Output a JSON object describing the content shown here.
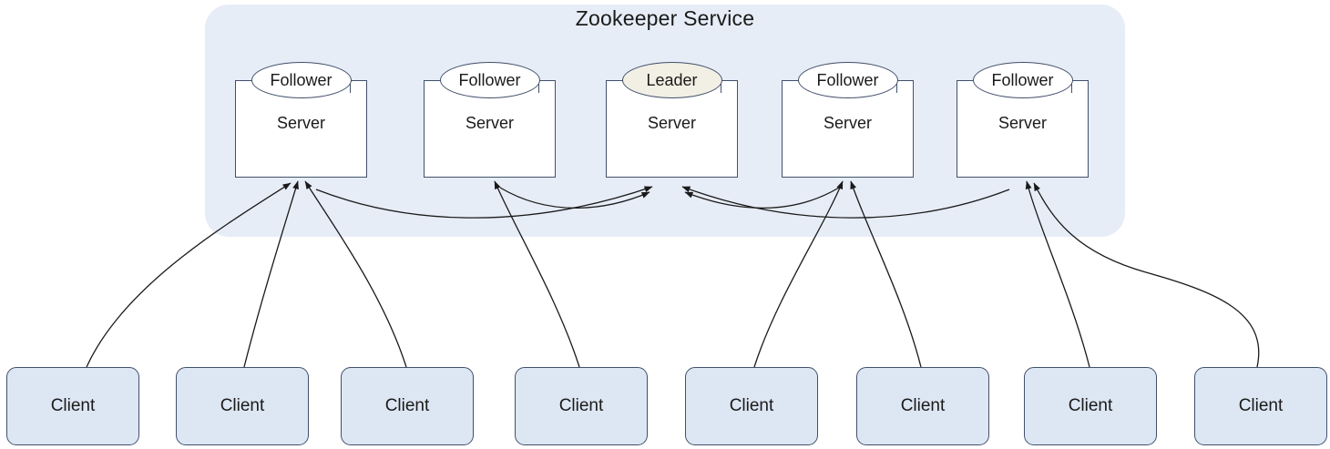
{
  "diagram": {
    "title": "Zookeeper Service",
    "servers": [
      {
        "role": "Follower",
        "label": "Server"
      },
      {
        "role": "Follower",
        "label": "Server"
      },
      {
        "role": "Leader",
        "label": "Server"
      },
      {
        "role": "Follower",
        "label": "Server"
      },
      {
        "role": "Follower",
        "label": "Server"
      }
    ],
    "clients": [
      "Client",
      "Client",
      "Client",
      "Client",
      "Client",
      "Client",
      "Client",
      "Client"
    ]
  },
  "colors": {
    "service_bg": "#e7edf7",
    "client_bg": "#dde7f3",
    "box_border": "#41506b",
    "follower_ellipse_bg": "#ffffff",
    "leader_ellipse_bg": "#f2efe4",
    "line": "#1a1a1a"
  }
}
